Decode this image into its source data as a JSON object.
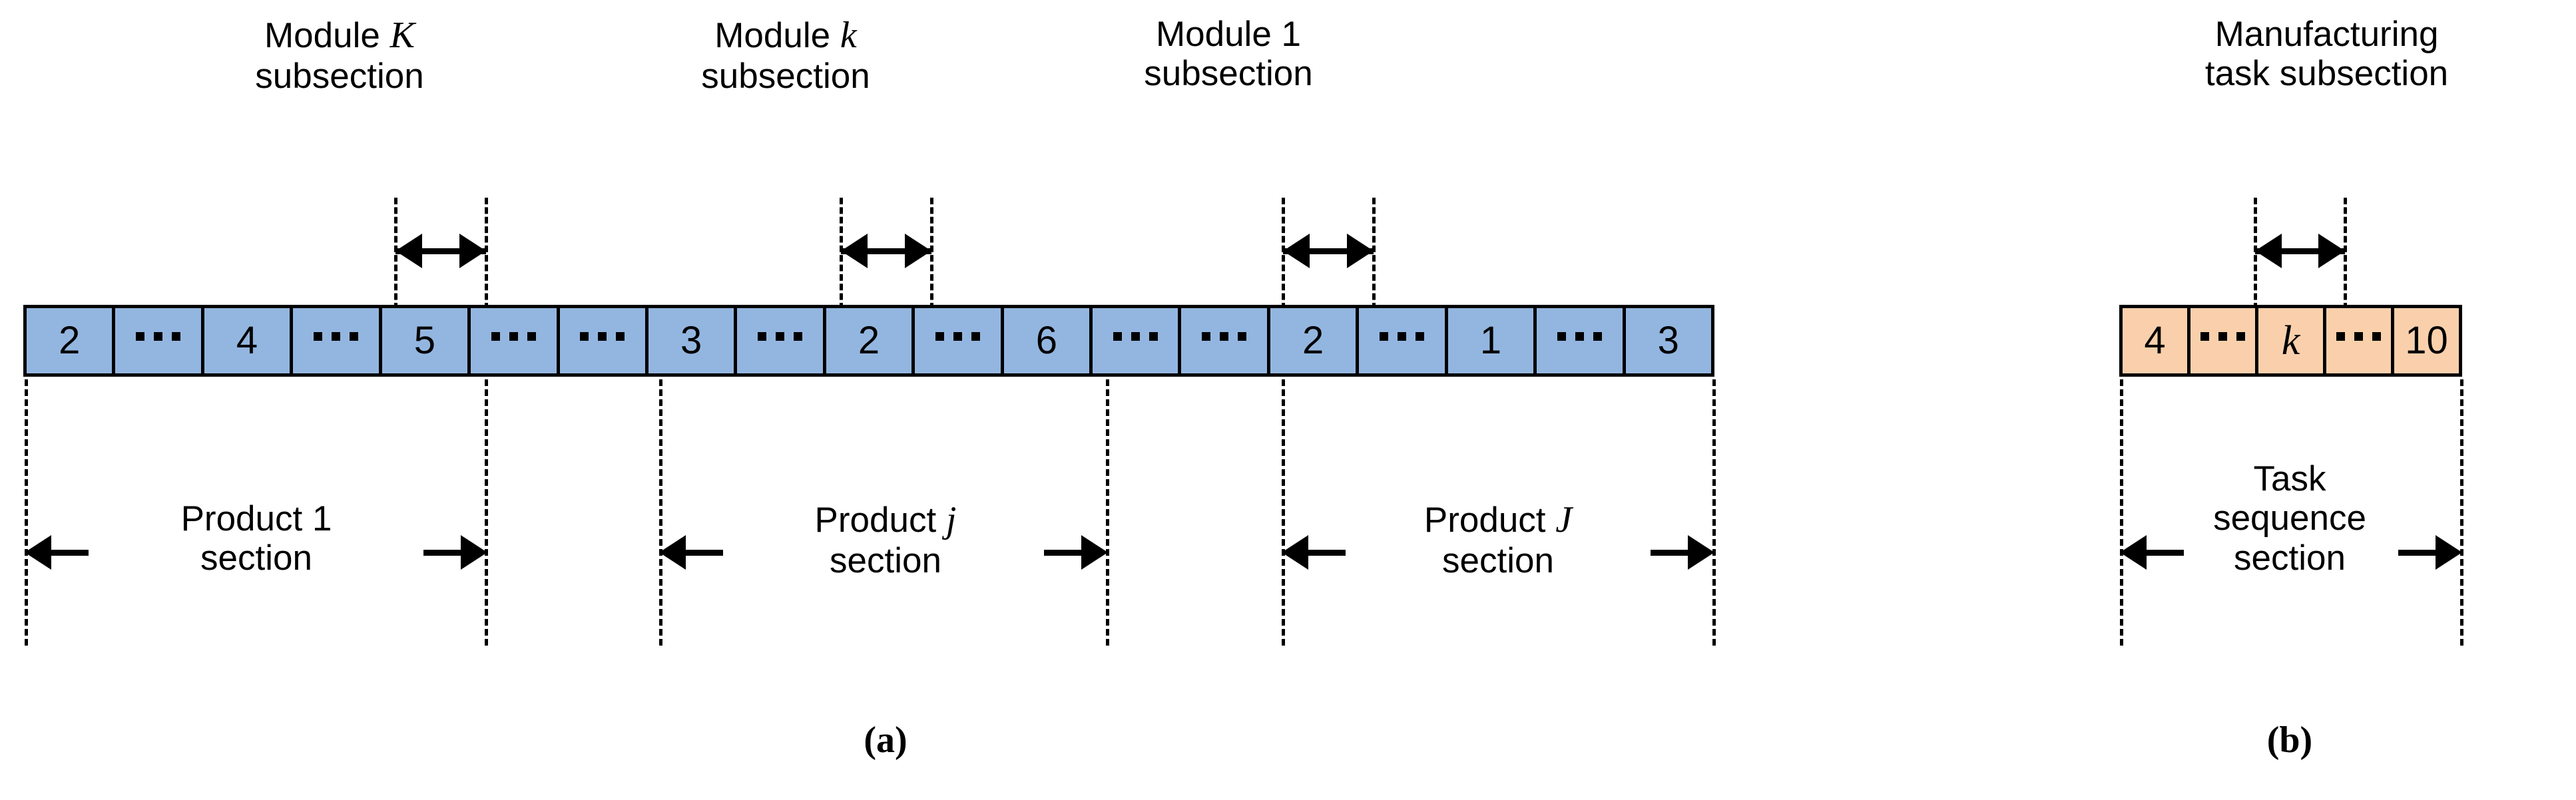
{
  "figure": {
    "panels": [
      {
        "key": "a",
        "caption": "(a)"
      },
      {
        "key": "b",
        "caption": "(b)"
      }
    ],
    "colors": {
      "product_chromosome_fill": "#93b6e0",
      "task_chromosome_fill": "#fad0ac",
      "stroke": "#000000",
      "background": "#ffffff"
    }
  },
  "panel_a": {
    "chromosome": {
      "name": "product-module-chromosome",
      "genes": [
        {
          "value": "2",
          "type": "number"
        },
        {
          "value": "⋯",
          "type": "ellipsis"
        },
        {
          "value": "4",
          "type": "number"
        },
        {
          "value": "⋯",
          "type": "ellipsis"
        },
        {
          "value": "5",
          "type": "number"
        },
        {
          "value": "⋯",
          "type": "ellipsis"
        },
        {
          "value": "⋯",
          "type": "ellipsis"
        },
        {
          "value": "3",
          "type": "number"
        },
        {
          "value": "⋯",
          "type": "ellipsis"
        },
        {
          "value": "2",
          "type": "number"
        },
        {
          "value": "⋯",
          "type": "ellipsis"
        },
        {
          "value": "6",
          "type": "number"
        },
        {
          "value": "⋯",
          "type": "ellipsis"
        },
        {
          "value": "⋯",
          "type": "ellipsis"
        },
        {
          "value": "2",
          "type": "number"
        },
        {
          "value": "⋯",
          "type": "ellipsis"
        },
        {
          "value": "1",
          "type": "number"
        },
        {
          "value": "⋯",
          "type": "ellipsis"
        },
        {
          "value": "3",
          "type": "number"
        }
      ]
    },
    "module_subsections": [
      {
        "name": "module-K-subsection",
        "line1": "Module ",
        "symbol": "K",
        "line2": "subsection"
      },
      {
        "name": "module-k-subsection",
        "line1": "Module ",
        "symbol": "k",
        "line2": "subsection"
      },
      {
        "name": "module-1-subsection",
        "line1": "Module ",
        "symbol": "1",
        "line2": "subsection"
      }
    ],
    "product_sections": [
      {
        "name": "product-1-section",
        "line1": "Product ",
        "symbol": "1",
        "line2": "section"
      },
      {
        "name": "product-j-section",
        "line1": "Product ",
        "symbol": "j",
        "line2": "section"
      },
      {
        "name": "product-J-section",
        "line1": "Product ",
        "symbol": "J",
        "line2": "section"
      }
    ]
  },
  "panel_b": {
    "chromosome": {
      "name": "manufacturing-task-chromosome",
      "genes": [
        {
          "value": "4",
          "type": "number"
        },
        {
          "value": "⋯",
          "type": "ellipsis"
        },
        {
          "value": "k",
          "type": "variable"
        },
        {
          "value": "⋯",
          "type": "ellipsis"
        },
        {
          "value": "10",
          "type": "number"
        }
      ]
    },
    "task_subsection": {
      "name": "manufacturing-task-subsection",
      "line1": "Manufacturing",
      "line2": "task subsection"
    },
    "task_section": {
      "name": "task-sequence-section",
      "line1": "Task",
      "line2": "sequence",
      "line3": "section"
    }
  }
}
